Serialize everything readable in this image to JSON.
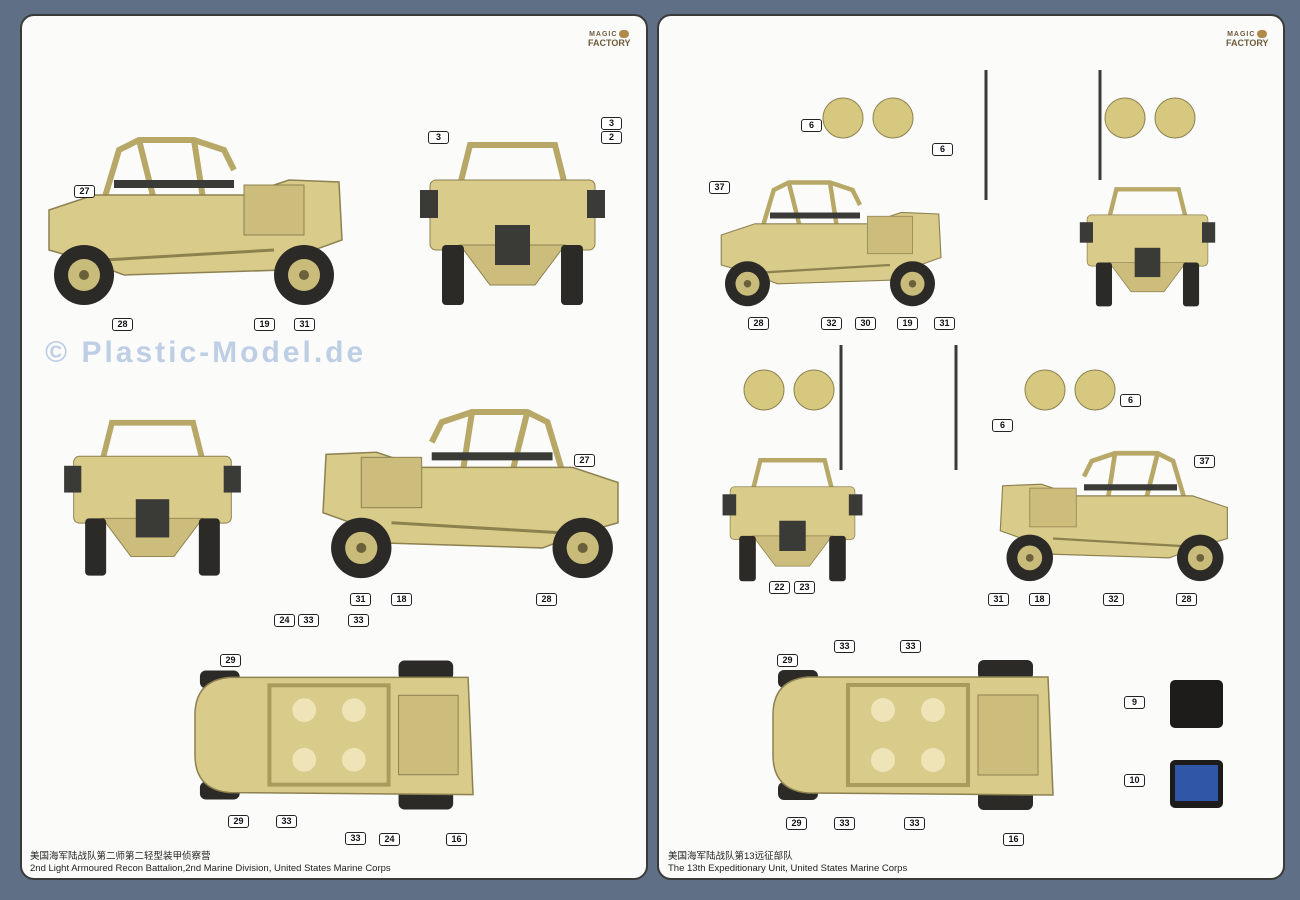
{
  "brand": {
    "top": "MAGIC",
    "bottom": "FACTORY"
  },
  "watermark": "© Plastic-Model.de",
  "left_panel": {
    "caption_cn": "美国海军陆战队第二师第二轻型装甲侦察营",
    "caption_en": "2nd Light Armoured Recon Battalion,2nd Marine Division, United States Marine Corps",
    "callouts": [
      "27",
      "28",
      "19",
      "31",
      "3",
      "3",
      "2",
      "31",
      "18",
      "27",
      "28",
      "24",
      "33",
      "33",
      "29",
      "29",
      "33",
      "24",
      "16",
      "33"
    ]
  },
  "right_panel": {
    "caption_cn": "美国海军陆战队第13远征部队",
    "caption_en": "The 13th Expeditionary Unit, United States Marine Corps",
    "callouts": [
      "6",
      "6",
      "37",
      "28",
      "32",
      "30",
      "19",
      "31",
      "6",
      "6",
      "37",
      "22",
      "23",
      "31",
      "18",
      "32",
      "28",
      "29",
      "33",
      "33",
      "29",
      "33",
      "33",
      "16",
      "9",
      "10"
    ]
  },
  "colors": {
    "tan": "#d9cb8a",
    "tan_dark": "#a89b5c",
    "tire": "#2b2a27",
    "paper": "#fbfbfa"
  }
}
